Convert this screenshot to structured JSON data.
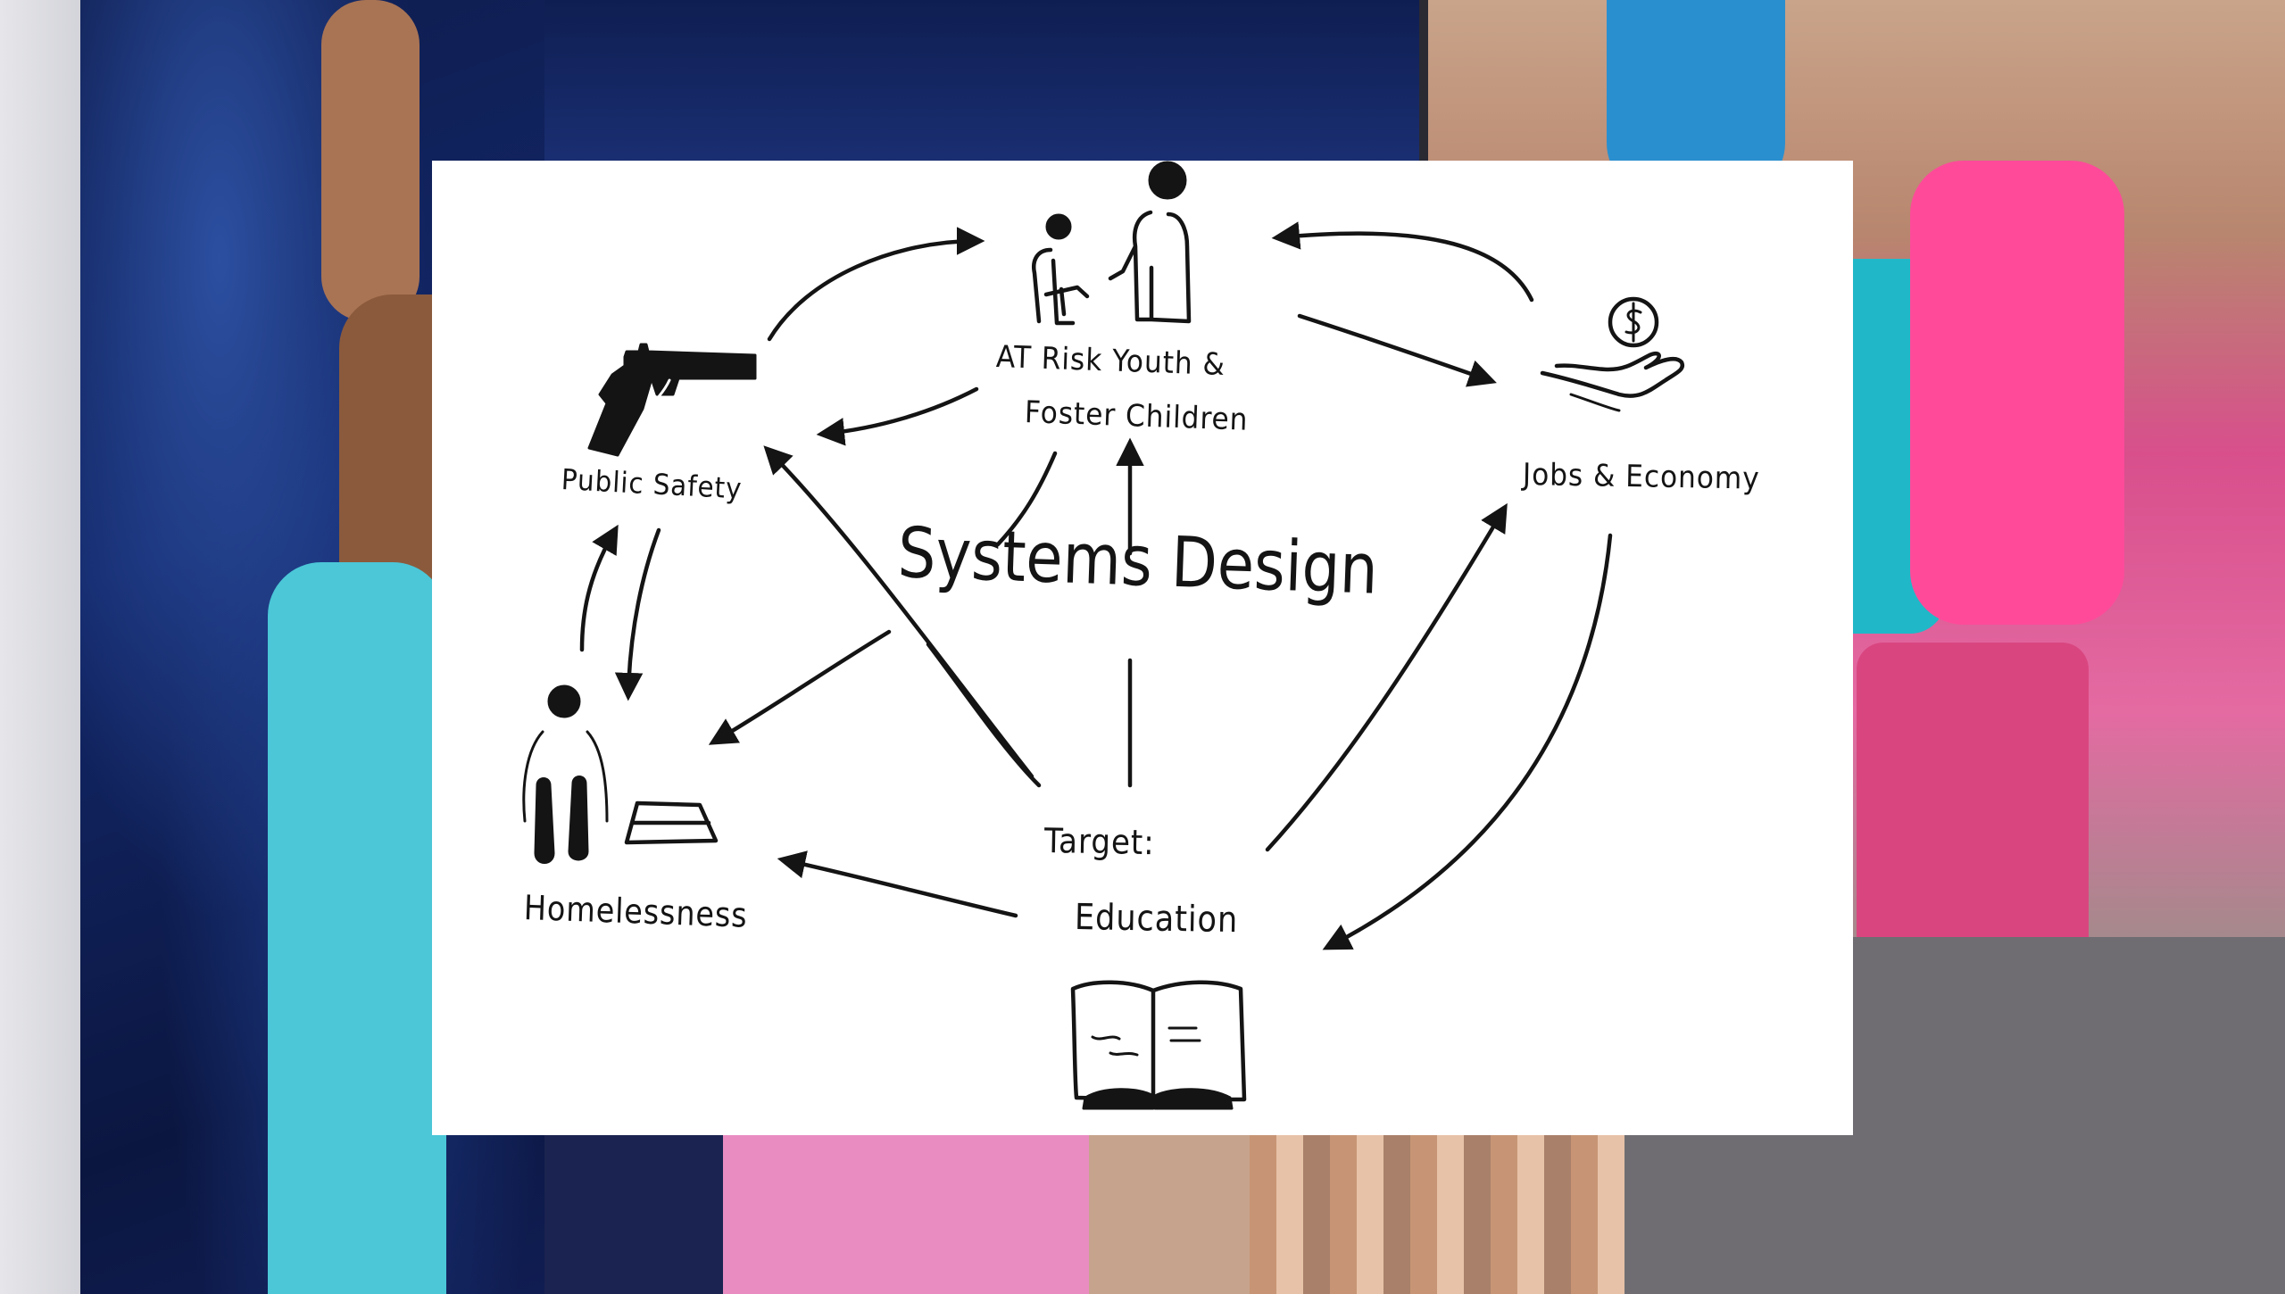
{
  "diagram": {
    "title": "Systems Design",
    "nodes": {
      "at_risk_line1": "AT Risk Youth &",
      "at_risk_line2": "Foster Children",
      "public_safety": "Public Safety",
      "jobs_economy": "Jobs & Economy",
      "homelessness": "Homelessness",
      "target_label": "Target:",
      "education": "Education"
    },
    "icons": {
      "at_risk": "handshake-people-icon",
      "public_safety": "pistol-icon",
      "jobs_economy": "hand-with-coin-icon",
      "homelessness": "person-with-tent-icon",
      "education": "open-book-icon"
    },
    "ink_color": "#141414",
    "board_color": "#ffffff"
  }
}
